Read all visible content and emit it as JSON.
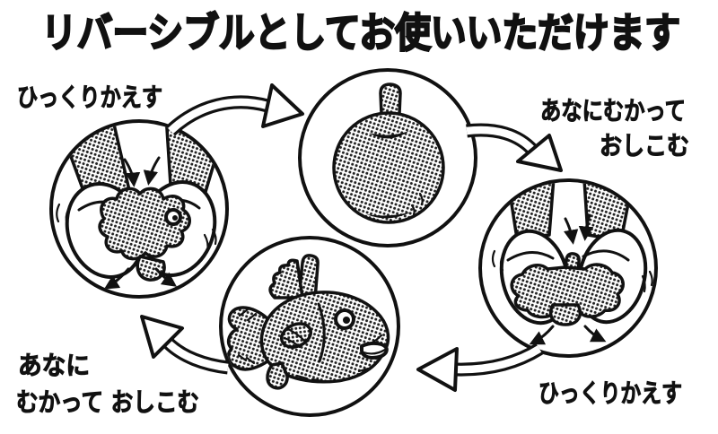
{
  "title": "リバーシブルとしてお使いいただけます",
  "labels": {
    "top_left": "ひっくりかえす",
    "top_right_line1": "あなにむかって",
    "top_right_line2": "おしこむ",
    "bottom_left_line1": "あなに",
    "bottom_left_line2": "むかって おしこむ",
    "bottom_right": "ひっくりかえす"
  },
  "illustrations": {
    "step1": "hands-flipping-item-inside-out",
    "step2": "round-ball-with-stem",
    "step3": "hands-pushing-stem-into-hole",
    "step4": "fish-shaped-plush"
  },
  "colors": {
    "ink": "#111111",
    "paper": "#ffffff"
  }
}
